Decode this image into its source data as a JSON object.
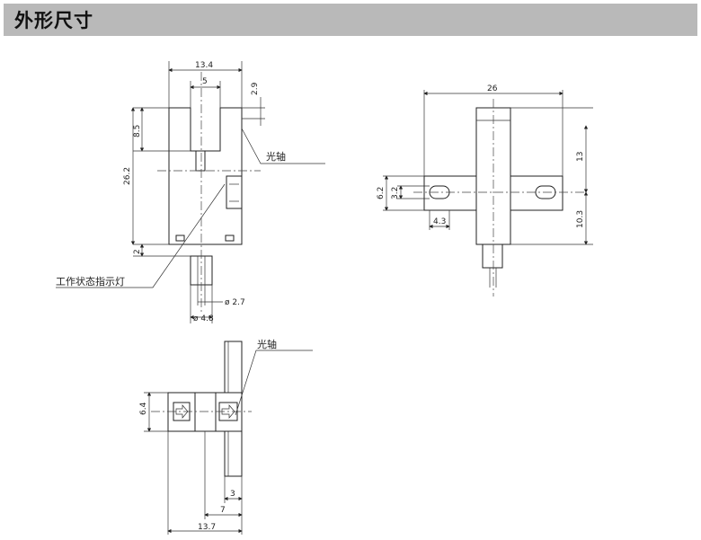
{
  "header": {
    "title": "外形尺寸"
  },
  "labels": {
    "optical_axis_front": "光轴",
    "optical_axis_bottom": "光轴",
    "indicator": "工作状态指示灯"
  },
  "dimensions": {
    "front": {
      "width": "13.4",
      "slot": "5",
      "slot_depth": "2.9",
      "slot_height": "8.5",
      "height": "26.2",
      "base": "2",
      "pin_dia": "ø 2.7",
      "body_dia": "ø 4.8"
    },
    "side": {
      "width": "26",
      "mount_h": "6.2",
      "hole_h": "3.2",
      "hole_w": "4.3",
      "upper": "13",
      "lower": "10.3"
    },
    "bottom": {
      "height": "6.4",
      "a": "3",
      "b": "7",
      "c": "13.7"
    }
  },
  "colors": {
    "header_bg": "#b9b9b9",
    "line": "#222222"
  }
}
